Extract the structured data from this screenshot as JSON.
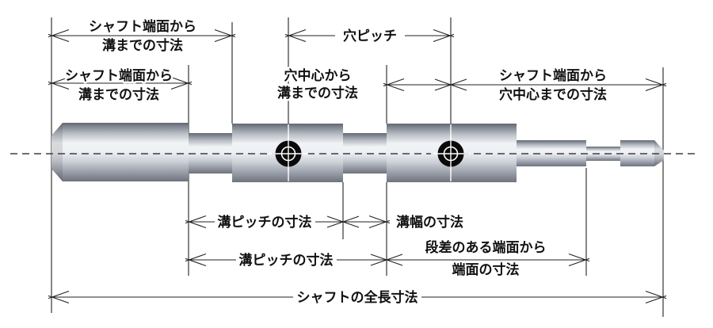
{
  "diagram": {
    "type": "shaft-dimension-drawing",
    "colors": {
      "background": "#ffffff",
      "line": "#222222",
      "text": "#111111",
      "hole_fill": "#0a0a0a",
      "shaft_highlight": "#f1f3f6",
      "shaft_shadow": "#62666d",
      "centerline": "#3a3e45"
    },
    "centerline": {
      "style": "dashed"
    },
    "holes": [
      {
        "name": "hole-1"
      },
      {
        "name": "hole-2"
      }
    ],
    "dims": {
      "shaft_end_to_groove_outer": {
        "line1": "シャフト端面から",
        "line2": "溝までの寸法"
      },
      "hole_pitch": {
        "label": "穴ピッチ"
      },
      "shaft_end_to_groove_inner": {
        "line1": "シャフト端面から",
        "line2": "溝までの寸法"
      },
      "hole_center_to_groove": {
        "line1": "穴中心から",
        "line2": "溝までの寸法"
      },
      "shaft_end_to_hole_center": {
        "line1": "シャフト端面から",
        "line2": "穴中心までの寸法"
      },
      "groove_pitch_upper": {
        "label": "溝ピッチの寸法"
      },
      "groove_width": {
        "label": "溝幅の寸法"
      },
      "groove_pitch_lower": {
        "label": "溝ピッチの寸法"
      },
      "step_face_to_face": {
        "line1": "段差のある端面から",
        "line2": "端面の寸法"
      },
      "total_length": {
        "label": "シャフトの全長寸法"
      }
    }
  }
}
